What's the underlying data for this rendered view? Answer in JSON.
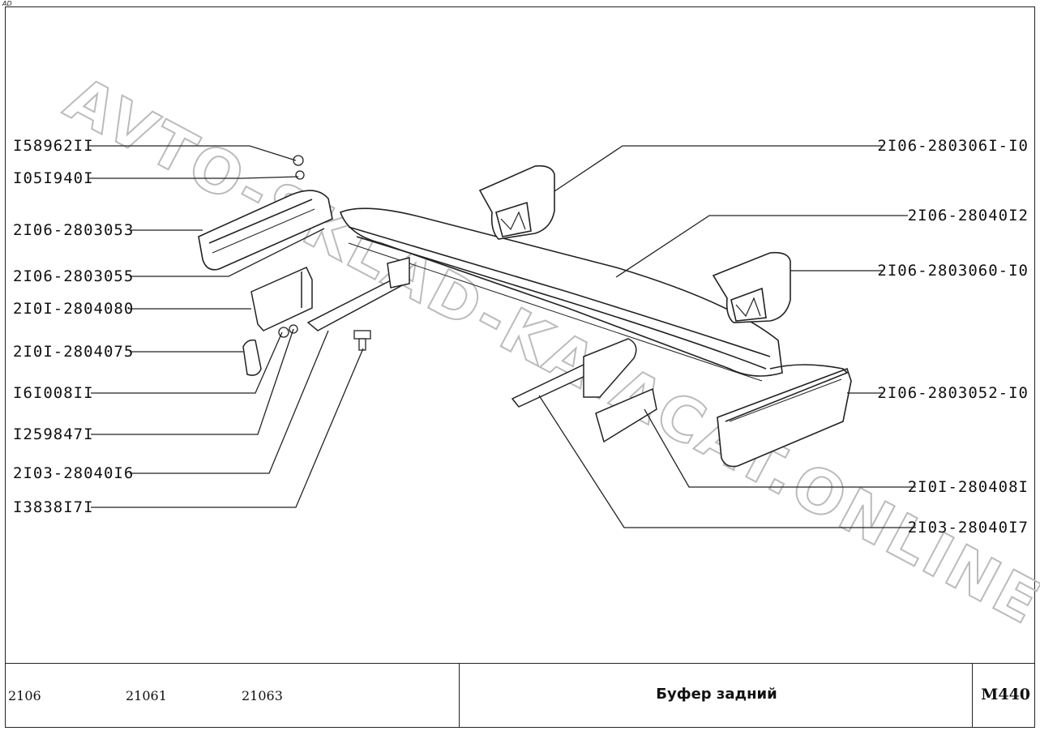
{
  "corner_mark": "AD",
  "watermark": "AVTO-SKLAD-KA.ACAT.ONLINE",
  "labels_left": [
    {
      "id": "l1",
      "text": "I58962II"
    },
    {
      "id": "l2",
      "text": "I05I940I"
    },
    {
      "id": "l3",
      "text": "2I06-2803053"
    },
    {
      "id": "l4",
      "text": "2I06-2803055"
    },
    {
      "id": "l5",
      "text": "2I0I-2804080"
    },
    {
      "id": "l6",
      "text": "2I0I-2804075"
    },
    {
      "id": "l7",
      "text": "I6I008II"
    },
    {
      "id": "l8",
      "text": "I259847I"
    },
    {
      "id": "l9",
      "text": "2I03-28040I6"
    },
    {
      "id": "l10",
      "text": "I3838I7I"
    }
  ],
  "labels_right": [
    {
      "id": "r1",
      "text": "2I06-280306I-I0"
    },
    {
      "id": "r2",
      "text": "2I06-28040I2"
    },
    {
      "id": "r3",
      "text": "2I06-2803060-I0"
    },
    {
      "id": "r4",
      "text": "2I06-2803052-I0"
    },
    {
      "id": "r5",
      "text": "2I0I-280408I"
    },
    {
      "id": "r6",
      "text": "2I03-28040I7"
    }
  ],
  "footer": {
    "models": [
      "2106",
      "21061",
      "21063"
    ],
    "title": "Буфер задний",
    "code": "M440"
  }
}
